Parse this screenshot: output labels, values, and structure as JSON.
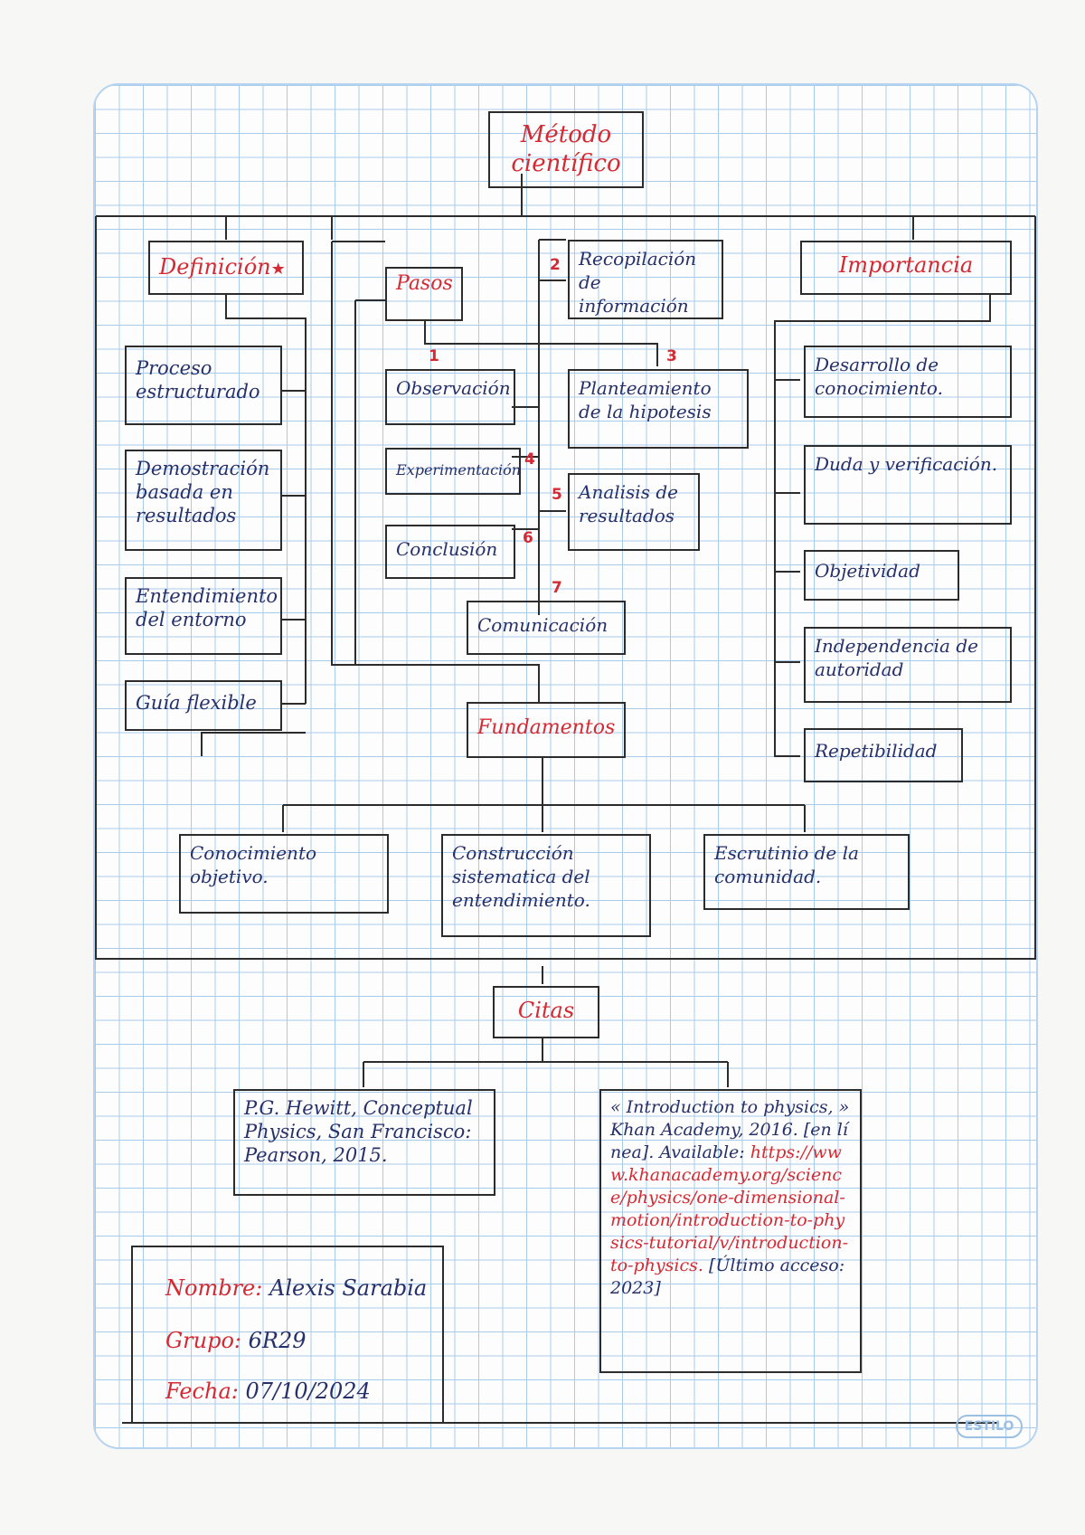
{
  "title": "Método científico",
  "definicion": {
    "heading": "Definición",
    "star": "★",
    "items": [
      "Proceso estructurado",
      "Demostración basada en resultados",
      "Entendimiento del entorno",
      "Guía flexible"
    ]
  },
  "pasos": {
    "heading": "Pasos",
    "steps": [
      {
        "num": "1",
        "label": "Observación"
      },
      {
        "num": "2",
        "label": "Recopilación de información"
      },
      {
        "num": "3",
        "label": "Planteamiento de la hipotesis"
      },
      {
        "num": "4",
        "label": "Experimentación"
      },
      {
        "num": "5",
        "label": "Analisis de resultados"
      },
      {
        "num": "6",
        "label": "Conclusión"
      },
      {
        "num": "7",
        "label": "Comunicación"
      }
    ]
  },
  "importancia": {
    "heading": "Importancia",
    "items": [
      "Desarrollo de conocimiento.",
      "Duda y verificación.",
      "Objetividad",
      "Independencia de autoridad",
      "Repetibilidad"
    ]
  },
  "fundamentos": {
    "heading": "Fundamentos",
    "items": [
      "Conocimiento objetivo.",
      "Construcción sistematica del entendimiento.",
      "Escrutinio de la comunidad."
    ]
  },
  "citas": {
    "heading": "Citas",
    "ref1": "P.G. Hewitt, Conceptual Physics, San Francisco: Pearson, 2015.",
    "ref2_text": "« Introduction to physics, » Khan Academy, 2016. [en línea].",
    "ref2_available": "Available:",
    "ref2_url": "https://www.khanacademy.org/science/physics/one-dimensional-motion/introduction-to-physics-tutorial/v/introduction-to-physics.",
    "ref2_access": "[Último acceso: 2023]"
  },
  "student": {
    "nombre_label": "Nombre:",
    "nombre": "Alexis Sarabia",
    "grupo_label": "Grupo:",
    "grupo": "6R29",
    "fecha_label": "Fecha:",
    "fecha": "07/10/2024"
  },
  "logo": "ESTILO",
  "colors": {
    "accent_red": "#d42a33",
    "ink_navy": "#26306a",
    "grid_blue": "#a9cbea"
  }
}
